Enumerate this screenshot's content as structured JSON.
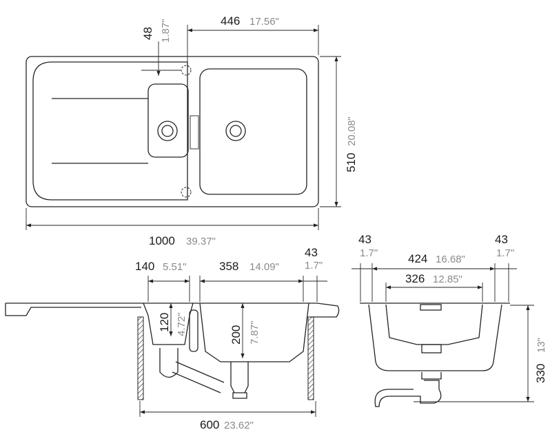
{
  "top_view": {
    "width": {
      "mm": "1000",
      "in": "39.37\""
    },
    "depth": {
      "mm": "510",
      "in": "20.08\""
    },
    "bowl_offset": {
      "mm": "446",
      "in": "17.56\""
    },
    "tap_offset": {
      "mm": "48",
      "in": "1.87\""
    }
  },
  "side_view": {
    "small_bowl_width": {
      "mm": "140",
      "in": "5.51\""
    },
    "large_bowl_width": {
      "mm": "358",
      "in": "14.09\""
    },
    "rim": {
      "mm": "43",
      "in": "1.7\""
    },
    "small_bowl_depth": {
      "mm": "120",
      "in": "4.72\""
    },
    "large_bowl_depth": {
      "mm": "200",
      "in": "7.87\""
    },
    "cabinet_width": {
      "mm": "600",
      "in": "23.62\""
    }
  },
  "front_view": {
    "rim_left": {
      "mm": "43",
      "in": "1.7\""
    },
    "rim_right": {
      "mm": "43",
      "in": "1.7\""
    },
    "outer_width": {
      "mm": "424",
      "in": "16.68\""
    },
    "inner_width": {
      "mm": "326",
      "in": "12.85\""
    },
    "total_height": {
      "mm": "330",
      "in": "13\""
    }
  }
}
